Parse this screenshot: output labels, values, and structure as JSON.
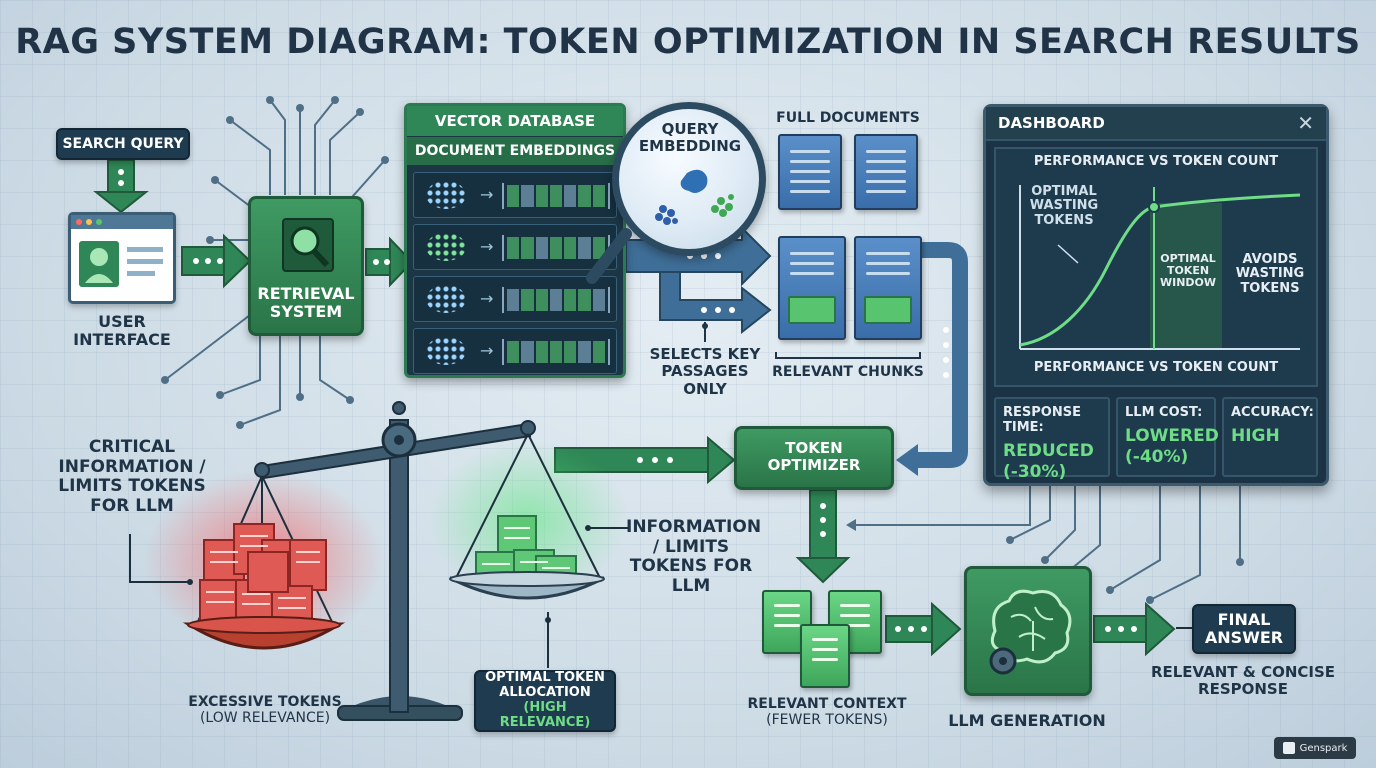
{
  "title": "RAG SYSTEM DIAGRAM: TOKEN OPTIMIZATION IN SEARCH RESULTS",
  "search_query": "SEARCH QUERY",
  "user_interface": "USER INTERFACE",
  "retrieval_system": "RETRIEVAL SYSTEM",
  "vector_db": {
    "title": "VECTOR DATABASE",
    "subtitle": "DOCUMENT EMBEDDINGS"
  },
  "query_embedding": "QUERY EMBEDDING",
  "full_documents": "FULL DOCUMENTS",
  "relevant_chunks": "RELEVANT CHUNKS",
  "selects_key_passages": "SELECTS KEY PASSAGES ONLY",
  "token_optimizer": "TOKEN OPTIMIZER",
  "critical_info": "CRITICAL INFORMATION / LIMITS TOKENS FOR LLM",
  "information_limits": "INFORMATION / LIMITS TOKENS FOR LLM",
  "excessive_tokens": "EXCESSIVE TOKENS",
  "low_relevance": "(LOW RELEVANCE)",
  "optimal_allocation": "OPTIMAL TOKEN ALLOCATION",
  "high_relevance": "(HIGH RELEVANCE)",
  "relevant_context": "RELEVANT CONTEXT",
  "fewer_tokens": "(FEWER TOKENS)",
  "llm_generation": "LLM GENERATION",
  "final_answer": "FINAL ANSWER",
  "relevant_concise": "RELEVANT & CONCISE RESPONSE",
  "dashboard": {
    "title": "DASHBOARD",
    "close": "✕",
    "chart_title_top": "PERFORMANCE VS TOKEN COUNT",
    "chart_title_bottom": "PERFORMANCE VS TOKEN COUNT",
    "annot_left": "OPTIMAL WASTING TOKENS",
    "annot_window": "OPTIMAL TOKEN WINDOW",
    "annot_right": "AVOIDS WASTING TOKENS",
    "stats": [
      {
        "label": "RESPONSE TIME:",
        "value": "REDUCED (-30%)"
      },
      {
        "label": "LLM COST:",
        "value": "LOWERED (-40%)"
      },
      {
        "label": "ACCURACY:",
        "value": "HIGH"
      }
    ]
  },
  "watermark": "Genspark",
  "colors": {
    "green": "#2f8656",
    "dark": "#1f3b4f",
    "red": "#d9413d",
    "accent_green": "#6fdc86"
  }
}
